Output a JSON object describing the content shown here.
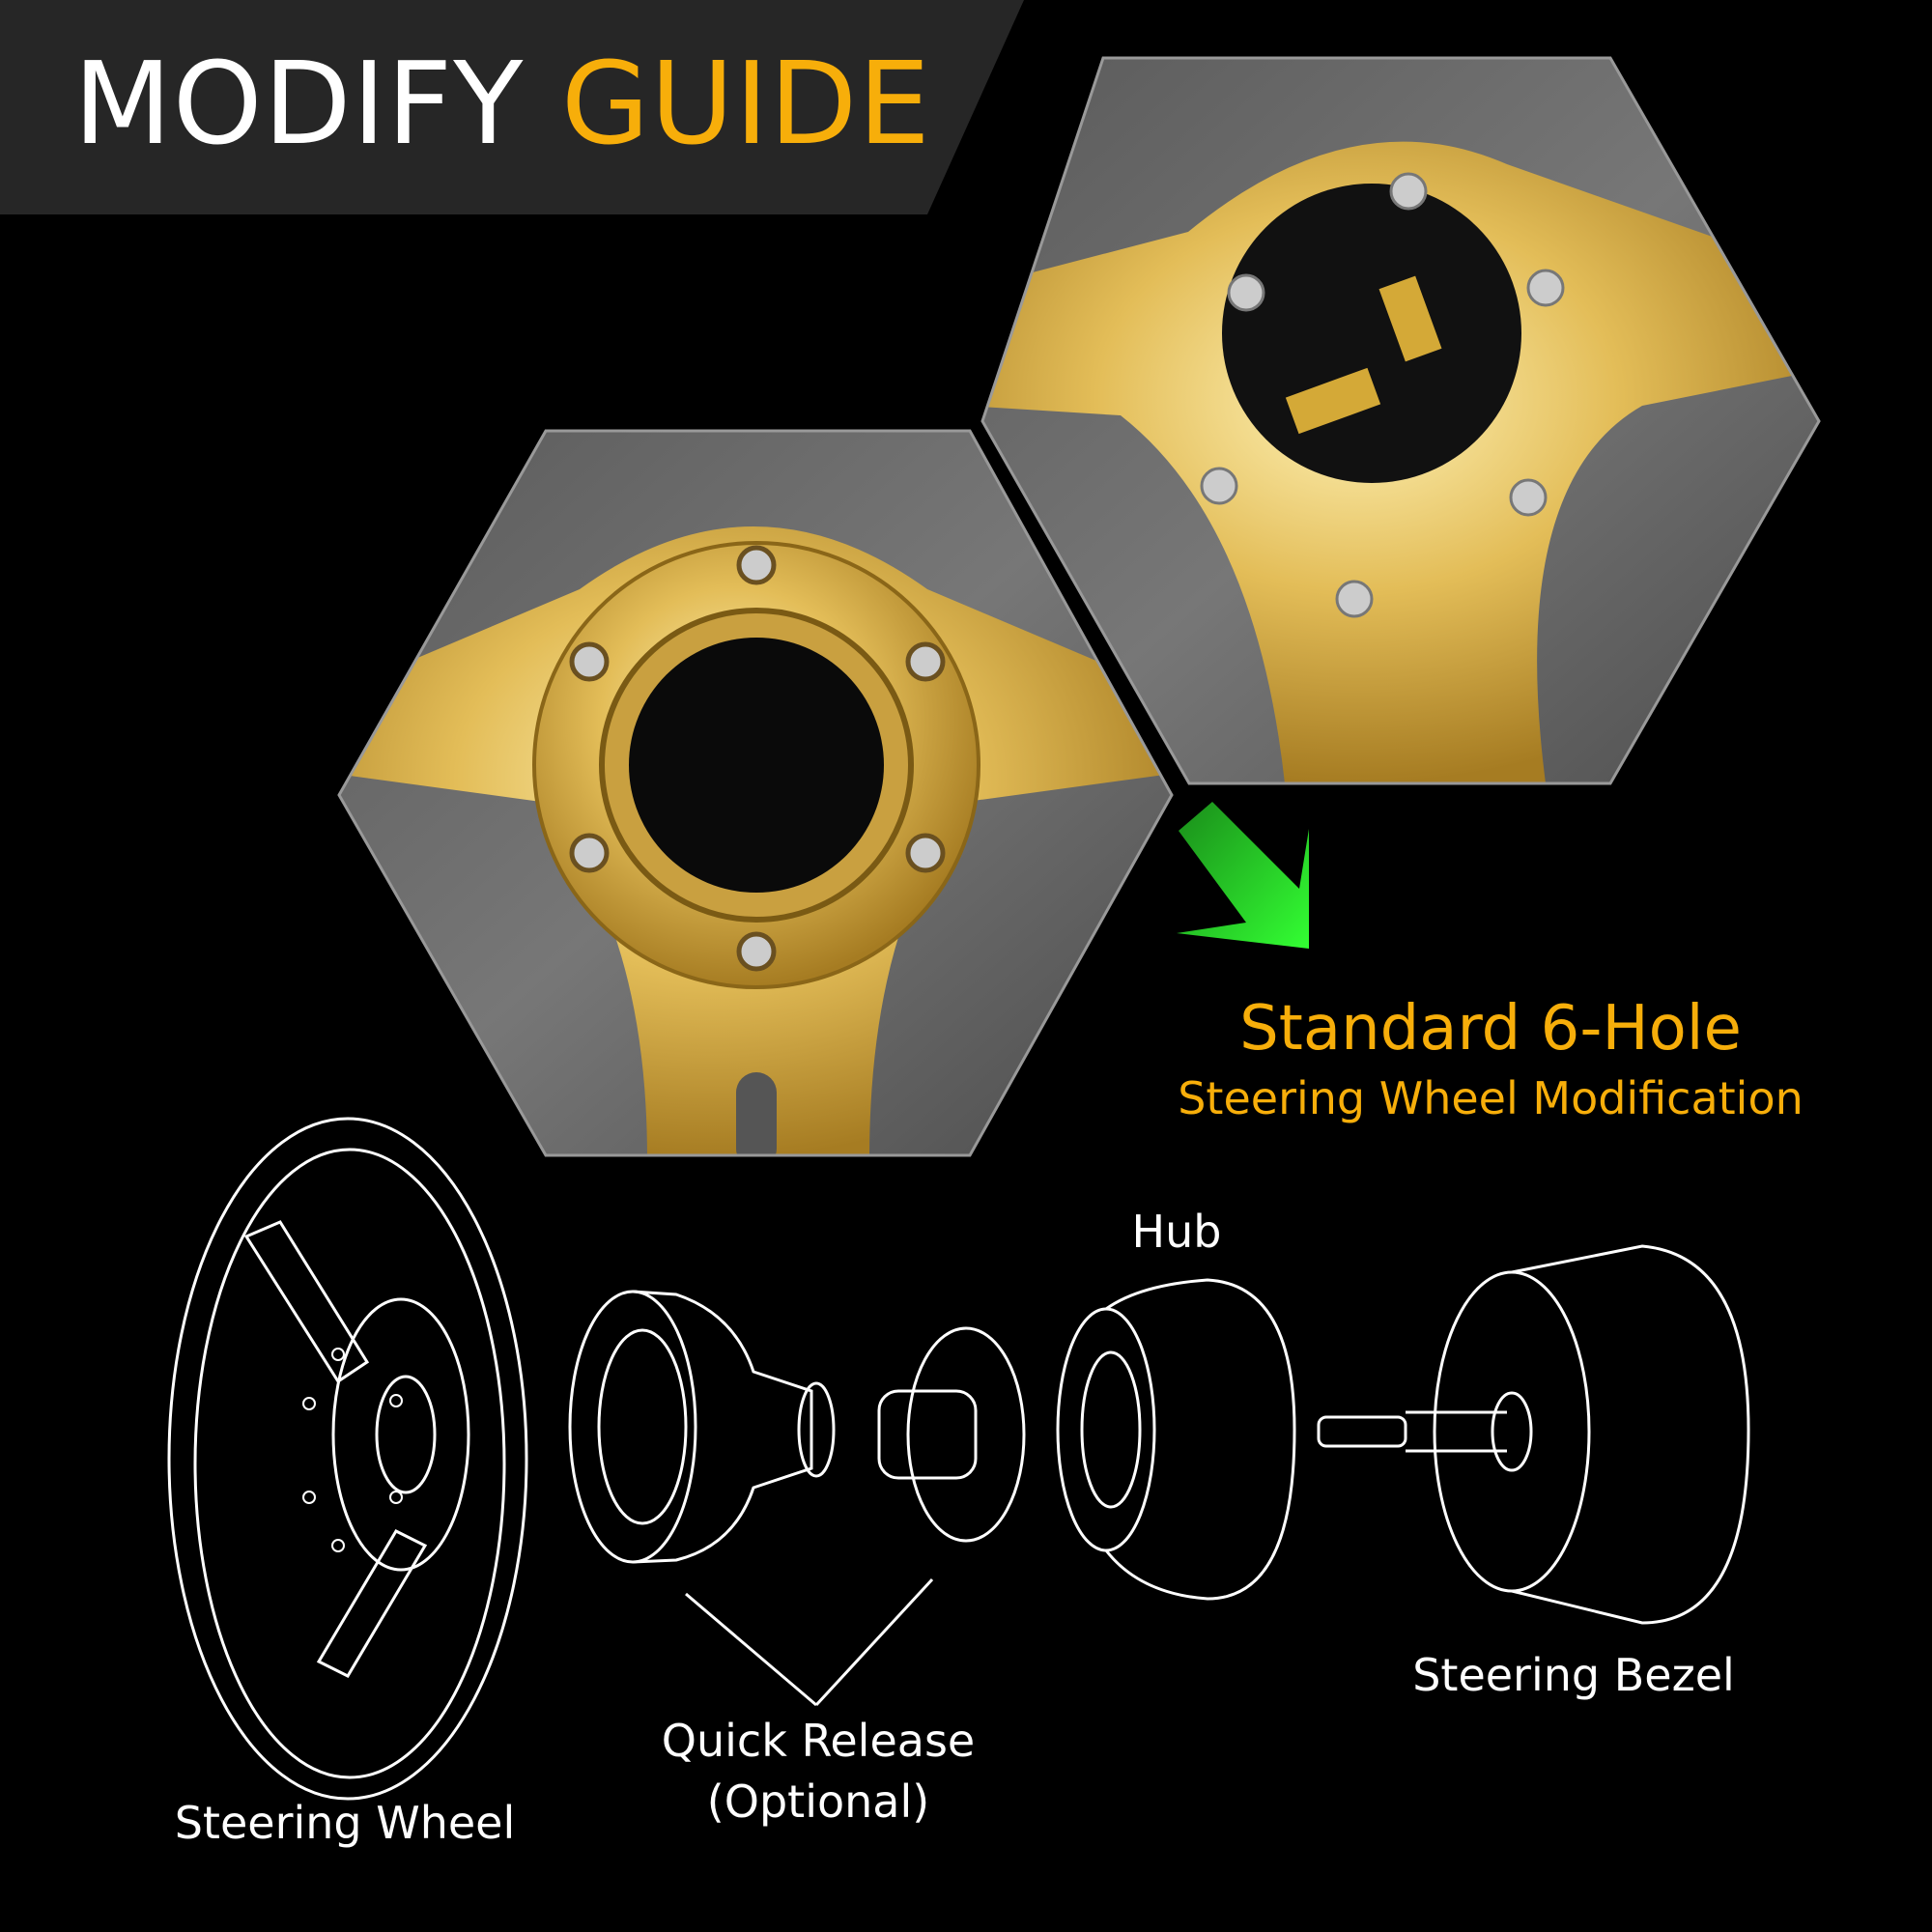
{
  "banner": {
    "title_white": "MODIFY",
    "title_accent": "GUIDE"
  },
  "callout": {
    "title": "Standard 6-Hole",
    "subtitle": "Steering Wheel Modification"
  },
  "diagram": {
    "labels": {
      "steering_wheel": "Steering Wheel",
      "quick_release": "Quick Release",
      "quick_release_note": "(Optional)",
      "hub": "Hub",
      "steering_bezel": "Steering Bezel"
    }
  },
  "colors": {
    "accent": "#f7ae0a",
    "banner": "#262626",
    "arrow": "#22e022",
    "gold": "#e6c15e"
  }
}
